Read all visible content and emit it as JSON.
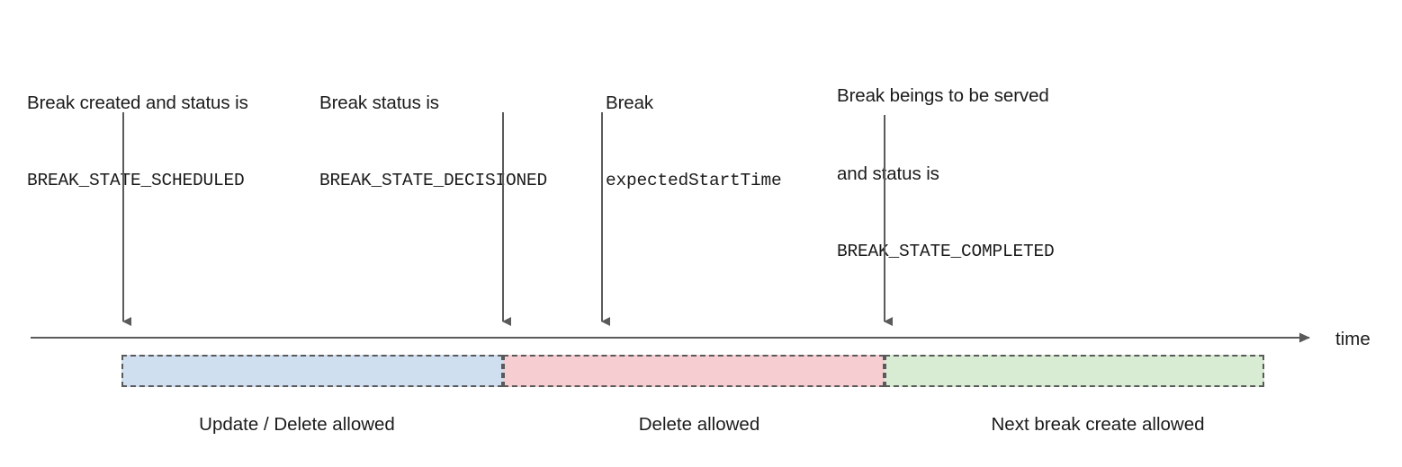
{
  "diagram": {
    "title": "Break lifecycle timeline",
    "axis": {
      "label": "time",
      "line_color": "#5a5a5a"
    },
    "events": [
      {
        "id": "scheduled",
        "lines": [
          {
            "text": "Break created and status is",
            "mono": false
          },
          {
            "text": "BREAK_STATE_SCHEDULED",
            "mono": true
          }
        ]
      },
      {
        "id": "decisioned",
        "lines": [
          {
            "text": "Break status is",
            "mono": false
          },
          {
            "text": "BREAK_STATE_DECISIONED",
            "mono": true
          }
        ]
      },
      {
        "id": "expected-start-time",
        "lines": [
          {
            "text": "Break",
            "mono": false
          },
          {
            "text": "expectedStartTime",
            "mono": true
          }
        ]
      },
      {
        "id": "completed",
        "lines": [
          {
            "text": "Break beings to be served",
            "mono": false
          },
          {
            "text": "and status is",
            "mono": false
          },
          {
            "text": "BREAK_STATE_COMPLETED",
            "mono": true
          }
        ]
      }
    ],
    "phases": [
      {
        "id": "update-delete",
        "caption": "Update / Delete allowed",
        "color": "#cfdff0"
      },
      {
        "id": "delete",
        "caption": "Delete allowed",
        "color": "#f6cdd1"
      },
      {
        "id": "next-break",
        "caption": "Next break create allowed",
        "color": "#d8ebd3"
      }
    ]
  }
}
